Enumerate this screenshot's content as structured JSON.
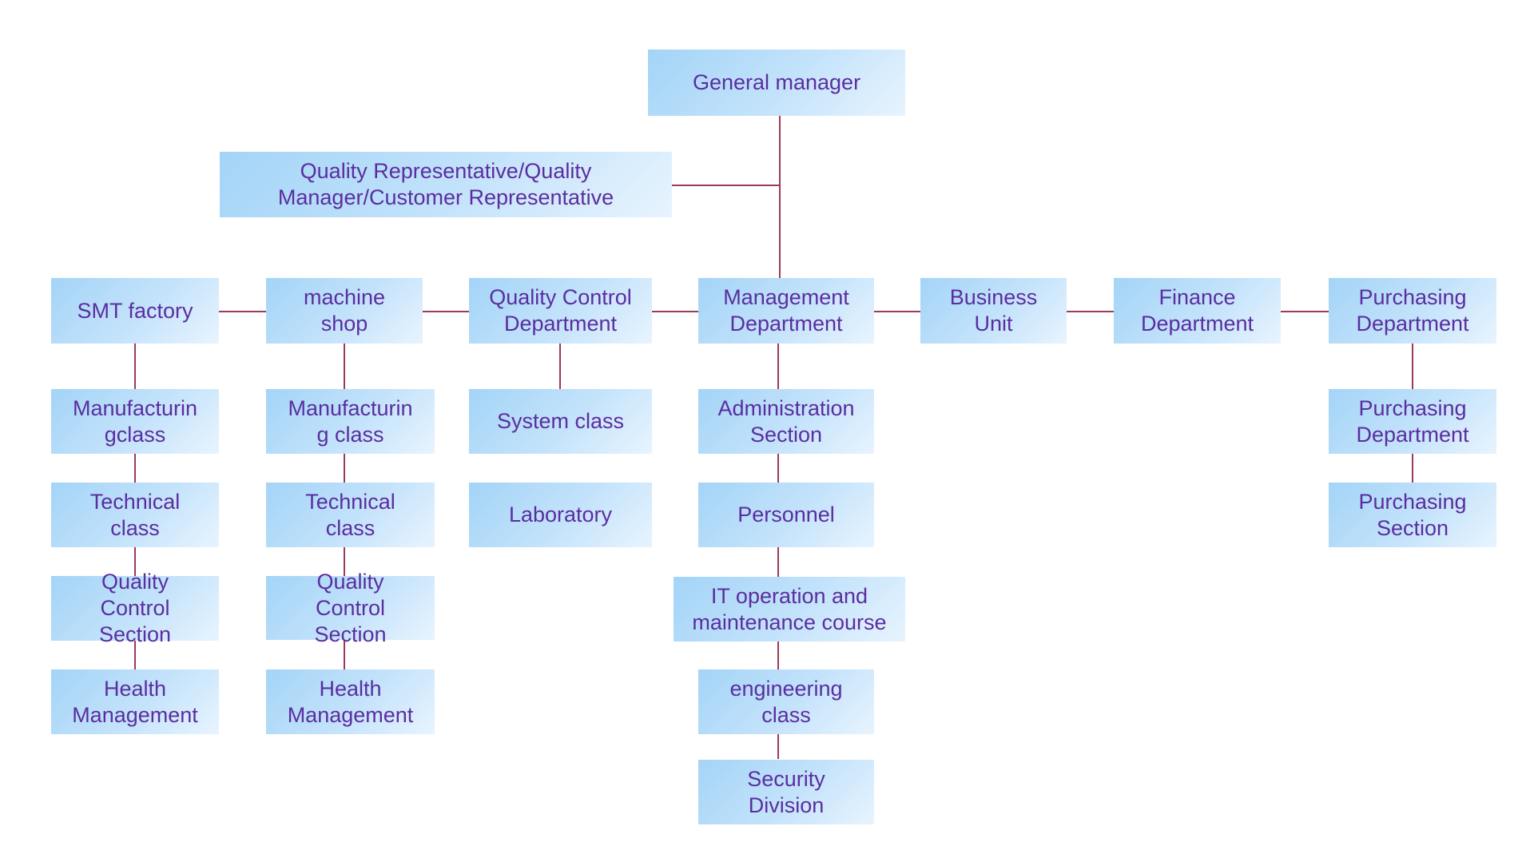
{
  "org_chart": {
    "root": "General manager",
    "advisor": "Quality Representative/Quality\nManager/Customer Representative",
    "departments": [
      {
        "name": "SMT factory",
        "children": [
          "Manufacturin\ngclass",
          "Technical\nclass",
          "Quality\nControl\nSection",
          "Health\nManagement"
        ]
      },
      {
        "name": "machine\nshop",
        "children": [
          "Manufacturin\ng  class",
          "Technical\nclass",
          "Quality\nControl\nSection",
          "Health\nManagement"
        ]
      },
      {
        "name": "Quality Control\nDepartment",
        "children": [
          "System class",
          "Laboratory"
        ]
      },
      {
        "name": "Management\nDepartment",
        "children": [
          "Administration\nSection",
          "Personnel",
          "IT operation and\nmaintenance course",
          "engineering\nclass",
          "Security\nDivision"
        ]
      },
      {
        "name": "Business\nUnit",
        "children": []
      },
      {
        "name": "Finance\nDepartment",
        "children": []
      },
      {
        "name": "Purchasing\nDepartment",
        "children": [
          "Purchasing\nDepartment",
          "Purchasing\nSection"
        ]
      }
    ]
  }
}
